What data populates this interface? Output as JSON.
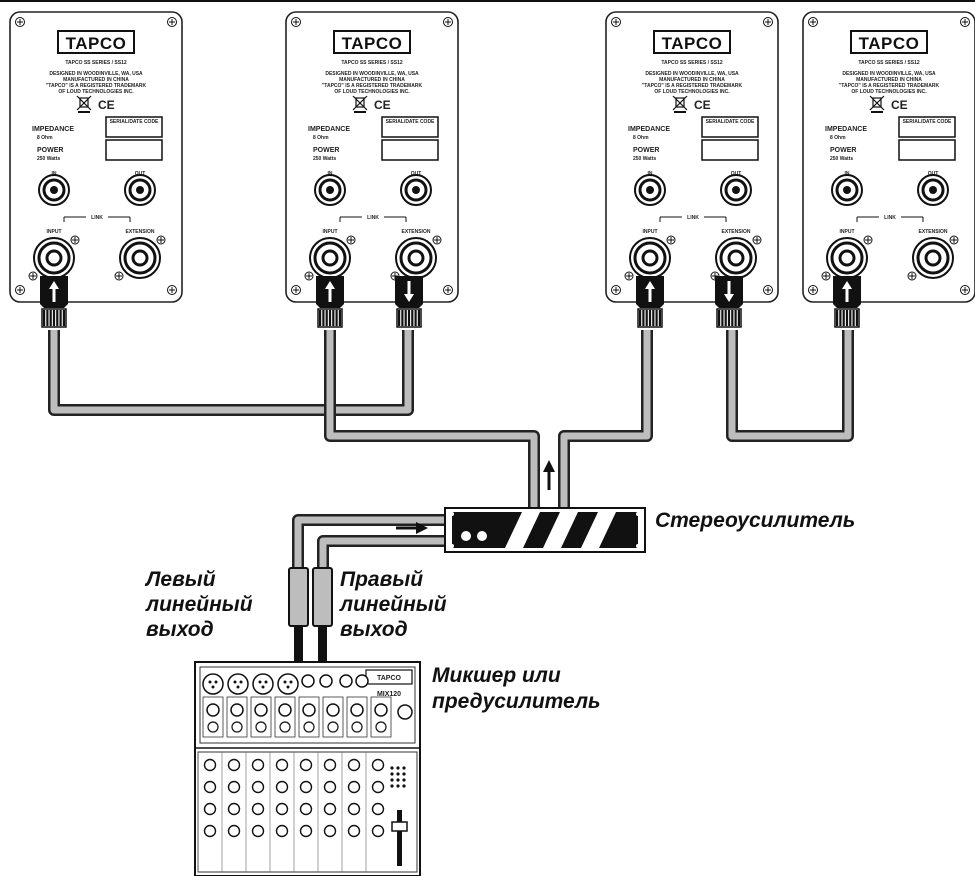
{
  "speakers": [
    {
      "brand": "TAPCO",
      "model": "TAPCO SS SERIES / SS12",
      "designed_lines": [
        "DESIGNED IN WOODINVILLE, WA, USA",
        "MANUFACTURED IN CHINA",
        "\"TAPCO\" IS A REGISTERED TRADEMARK",
        "OF LOUD TECHNOLOGIES INC."
      ],
      "ce": "CE",
      "serial_label": "SERIAL/DATE CODE",
      "impedance_label": "IMPEDANCE",
      "impedance_value": "8 Ohm",
      "power_label": "POWER",
      "power_value": "250 Watts",
      "in_label": "IN",
      "out_label": "OUT",
      "link_label": "LINK",
      "input_label": "INPUT",
      "extension_label": "EXTENSION",
      "input_cable": "up",
      "extension_cable": "none"
    },
    {
      "brand": "TAPCO",
      "model": "TAPCO SS SERIES / SS12",
      "designed_lines": [
        "DESIGNED IN WOODINVILLE, WA, USA",
        "MANUFACTURED IN CHINA",
        "\"TAPCO\" IS A REGISTERED TRADEMARK",
        "OF LOUD TECHNOLOGIES INC."
      ],
      "ce": "CE",
      "serial_label": "SERIAL/DATE CODE",
      "impedance_label": "IMPEDANCE",
      "impedance_value": "8 Ohm",
      "power_label": "POWER",
      "power_value": "250 Watts",
      "in_label": "IN",
      "out_label": "OUT",
      "link_label": "LINK",
      "input_label": "INPUT",
      "extension_label": "EXTENSION",
      "input_cable": "up",
      "extension_cable": "down"
    },
    {
      "brand": "TAPCO",
      "model": "TAPCO SS SERIES / SS12",
      "designed_lines": [
        "DESIGNED IN WOODINVILLE, WA, USA",
        "MANUFACTURED IN CHINA",
        "\"TAPCO\" IS A REGISTERED TRADEMARK",
        "OF LOUD TECHNOLOGIES INC."
      ],
      "ce": "CE",
      "serial_label": "SERIAL/DATE CODE",
      "impedance_label": "IMPEDANCE",
      "impedance_value": "8 Ohm",
      "power_label": "POWER",
      "power_value": "250 Watts",
      "in_label": "IN",
      "out_label": "OUT",
      "link_label": "LINK",
      "input_label": "INPUT",
      "extension_label": "EXTENSION",
      "input_cable": "up",
      "extension_cable": "down"
    },
    {
      "brand": "TAPCO",
      "model": "TAPCO SS SERIES / SS12",
      "designed_lines": [
        "DESIGNED IN WOODINVILLE, WA, USA",
        "MANUFACTURED IN CHINA",
        "\"TAPCO\" IS A REGISTERED TRADEMARK",
        "OF LOUD TECHNOLOGIES INC."
      ],
      "ce": "CE",
      "serial_label": "SERIAL/DATE CODE",
      "impedance_label": "IMPEDANCE",
      "impedance_value": "8 Ohm",
      "power_label": "POWER",
      "power_value": "250 Watts",
      "in_label": "IN",
      "out_label": "OUT",
      "link_label": "LINK",
      "input_label": "INPUT",
      "extension_label": "EXTENSION",
      "input_cable": "up",
      "extension_cable": "none"
    }
  ],
  "amplifier": {
    "label": "Стереоусилитель"
  },
  "left_output": {
    "label_lines": [
      "Левый",
      "линейный",
      "выход"
    ]
  },
  "right_output": {
    "label_lines": [
      "Правый",
      "линейный",
      "выход"
    ]
  },
  "mixer": {
    "label_lines": [
      "Микшер или",
      "предусилитель"
    ],
    "brand": "TAPCO",
    "model": "MIX120"
  }
}
